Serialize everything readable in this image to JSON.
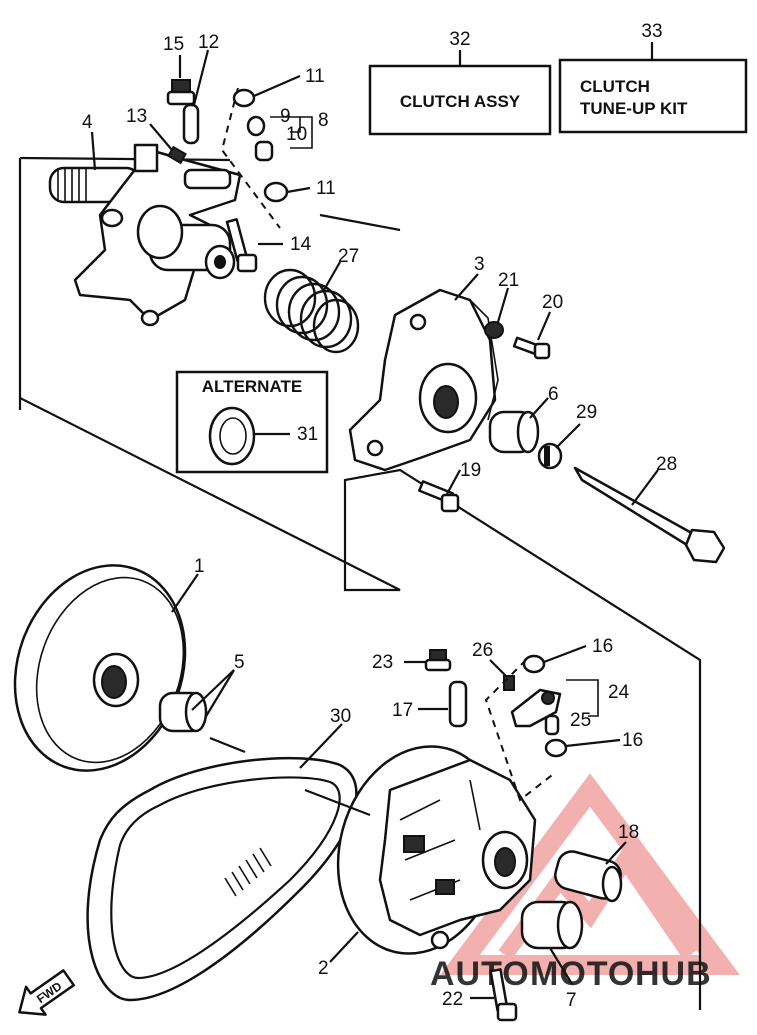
{
  "boxes": {
    "clutch_assy": {
      "number": "32",
      "label": "CLUTCH ASSY"
    },
    "tune_up_kit": {
      "number": "33",
      "line1": "CLUTCH",
      "line2": "TUNE-UP KIT"
    },
    "alternate": {
      "label": "ALTERNATE",
      "number": "31"
    }
  },
  "callouts": {
    "c1": "1",
    "c2": "2",
    "c3": "3",
    "c4": "4",
    "c5": "5",
    "c6": "6",
    "c7": "7",
    "c8": "8",
    "c9": "9",
    "c10": "10",
    "c11a": "11",
    "c11b": "11",
    "c12": "12",
    "c13": "13",
    "c14": "14",
    "c15": "15",
    "c16a": "16",
    "c16b": "16",
    "c17": "17",
    "c18": "18",
    "c19": "19",
    "c20": "20",
    "c21": "21",
    "c22": "22",
    "c23": "23",
    "c24": "24",
    "c25": "25",
    "c26": "26",
    "c27": "27",
    "c28": "28",
    "c29": "29",
    "c30": "30"
  },
  "fwd_label": "FWD",
  "watermark": {
    "part1": "AUTO",
    "part2": "MOTO",
    "part3": "HUB"
  },
  "colors": {
    "watermark_red": "#e8736f",
    "watermark_gray": "#9a9a9a",
    "ink": "#111111"
  }
}
